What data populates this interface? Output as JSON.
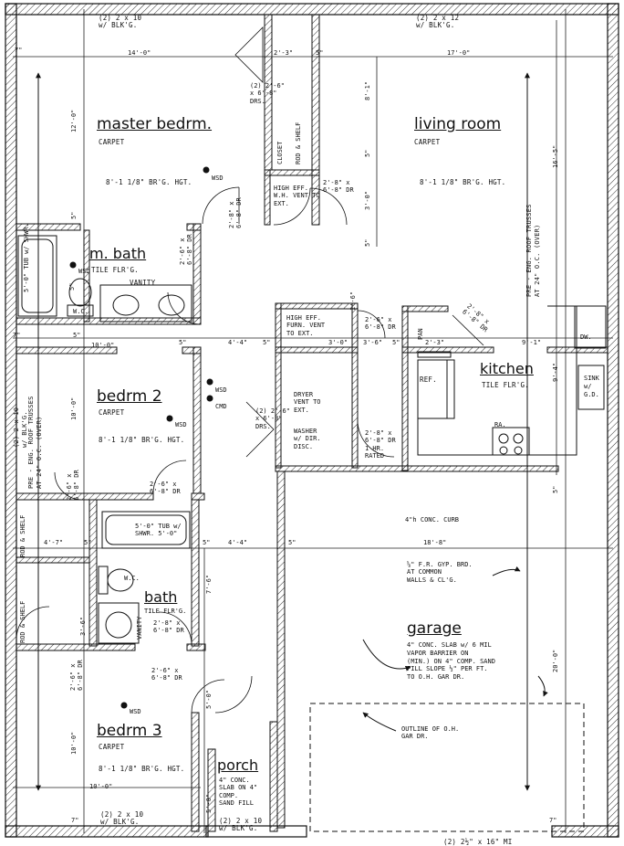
{
  "rooms": {
    "master": {
      "name": "master bedrm.",
      "finish": "CARPET",
      "height": "8'-1 1/8\" BR'G. HGT."
    },
    "living": {
      "name": "living room",
      "finish": "CARPET",
      "height": "8'-1 1/8\" BR'G. HGT."
    },
    "mbath": {
      "name": "m. bath",
      "finish": "TILE FLR'G.",
      "vanity": "VANITY",
      "wc": "W.C.",
      "tub": "5'-0\" TUB w/ SHWR."
    },
    "bedrm2": {
      "name": "bedrm 2",
      "finish": "CARPET",
      "height": "8'-1 1/8\" BR'G. HGT."
    },
    "bedrm3": {
      "name": "bedrm 3",
      "finish": "CARPET",
      "height": "8'-1 1/8\" BR'G. HGT."
    },
    "kitchen": {
      "name": "kitchen",
      "finish": "TILE FLR'G.",
      "ref": "REF.",
      "range": "RA.",
      "dw": "DW.",
      "sink": "SINK w/ G.D.",
      "pan": "PAN"
    },
    "bath": {
      "name": "bath",
      "finish": "TILE FLR'G.",
      "tub": "5'-0\" TUB w/ SHWR. 5'-0\"",
      "wc": "W.C.",
      "vanity": "VANITY"
    },
    "garage": {
      "name": "garage",
      "notes": [
        "4\" CONC. SLAB w/ 6 MIL",
        "VAPOR BARRIER ON",
        "(MIN.) ON 4\" COMP. SAND",
        "FILL SLOPE ½\" PER FT.",
        "TO O.H. GAR DR."
      ],
      "curb": "4\"h CONC. CURB",
      "gyp": [
        "⅝\" F.R. GYP. BRD.",
        "AT COMMON",
        "WALLS & CL'G."
      ],
      "door_outline": [
        "OUTLINE OF O.H.",
        "GAR DR."
      ]
    },
    "porch": {
      "name": "porch",
      "notes": [
        "4\" CONC.",
        "SLAB ON 4\"",
        "COMP.",
        "SAND FILL"
      ]
    }
  },
  "headers": {
    "top_left": [
      "(2) 2 x 10",
      "w/ BLK'G."
    ],
    "top_right": [
      "(2) 2 x 12",
      "w/ BLK'G."
    ],
    "bottom_left": [
      "(2) 2 x 10",
      "w/ BLK'G."
    ],
    "bottom_mid": [
      "(2) 2 x 10",
      "w/ BLK'G."
    ],
    "bottom_right": "(2) 2½\" x 16\" MI"
  },
  "closets": {
    "master_closet": "CLOSET",
    "rod_shelf": "ROD & SHELF",
    "linen_left": "ROD & SHELF",
    "linen_left2": "ROD & SHELF"
  },
  "mech": {
    "wh": [
      "HIGH EFF.",
      "W.H. VENT TO",
      "EXT."
    ],
    "furn": [
      "HIGH EFF.",
      "FURN. VENT",
      "TO EXT."
    ],
    "dryer": [
      "DRYER",
      "VENT TO",
      "EXT."
    ],
    "washer": [
      "WASHER",
      "w/ DIR.",
      "DISC."
    ],
    "rated_door": [
      "2'-8\" x",
      "6'-8\" DR",
      "1 HR.",
      "RATED"
    ]
  },
  "devices": {
    "wsd": "WSD",
    "cmd": "CMD"
  },
  "roof_note_right": [
    "PRE - ENG. ROOF TRUSSES",
    "AT 24\" O.C. (OVER)"
  ],
  "roof_note_left": [
    "PRE - ENG. ROOF TRUSSES",
    "AT 24\" O.C. (OVER)"
  ],
  "left_header_vert": [
    "(2) 2 x 10",
    "w/ BLK'G."
  ],
  "dims": {
    "top_14": "14'-0\"",
    "top_2_3": "2'-3\"",
    "top_5a": "5\"",
    "top_17": "17'-0\"",
    "top_7": "7\"",
    "v12": "12'-0\"",
    "v8_1": "8'-1\"",
    "v16_5": "16'-5\"",
    "v5_a": "5\"",
    "v3_0": "3'-0\"",
    "v5_b": "5\"",
    "row10": "10'-0\"",
    "row5a": "5\"",
    "row4_4": "4'-4\"",
    "row5b": "5\"",
    "row3_0": "3'-0\"",
    "row3_6": "3'-6\"",
    "row5c": "5\"",
    "row2_3": "2'-3\"",
    "row9_1": "9'-1\"",
    "row7": "7\"",
    "v9_4": "9'-4\"",
    "row4_7": "4'-7\"",
    "row5_1": "5\"",
    "row5_2": "5\"",
    "row4_4b": "4'-4\"",
    "row5_3": "5\"",
    "row18_8": "18'-8\"",
    "v10_0a": "10'-0\"",
    "v10_0b": "10'-0\"",
    "v7_6": "7'-6\"",
    "v20_0": "20'-0\"",
    "v5_0": "5'-0\"",
    "v5_0b": "5'-0\"",
    "bot_10": "10'-0\"",
    "bot_7a": "7\"",
    "bot_7b": "7\"",
    "v5_c": "5\"",
    "v5_d": "5\"",
    "v3_6": "3'-6\"",
    "v1_6": "1'-6\""
  },
  "doors": {
    "d1": [
      "(2) 2'-6\"",
      "x 6'-8\"",
      "DRS."
    ],
    "d2": [
      "2'-8\" x",
      "6'-8\" DR"
    ],
    "d3": [
      "2'-8\" x",
      "6'-8\" DR"
    ],
    "d4": [
      "2'-6\" x",
      "6'-8\" DR"
    ],
    "d5": [
      "2'-6\" x",
      "6'-8\" DR"
    ],
    "d6": [
      "(2) 2'-6\"",
      "x 6'-8\"",
      "DRS."
    ],
    "d7": [
      "2'-8\" x",
      "6'-8\" DR"
    ],
    "d8": [
      "2'-6\" x",
      "6'-8\" DR"
    ],
    "d9": [
      "2'-6\" x",
      "6'-8\" DR"
    ],
    "d10": [
      "2'-8\" x",
      "6'-8\" DR"
    ],
    "d11": [
      "2'-6\" x",
      "6'-8\" DR"
    ],
    "d12": [
      "2'-6\" x",
      "6'-8\" DR"
    ],
    "d13": [
      "2'-6\" x",
      "6'-8\" DR"
    ],
    "d14": [
      "2'-6\" x",
      "6'-8\" DR"
    ]
  }
}
